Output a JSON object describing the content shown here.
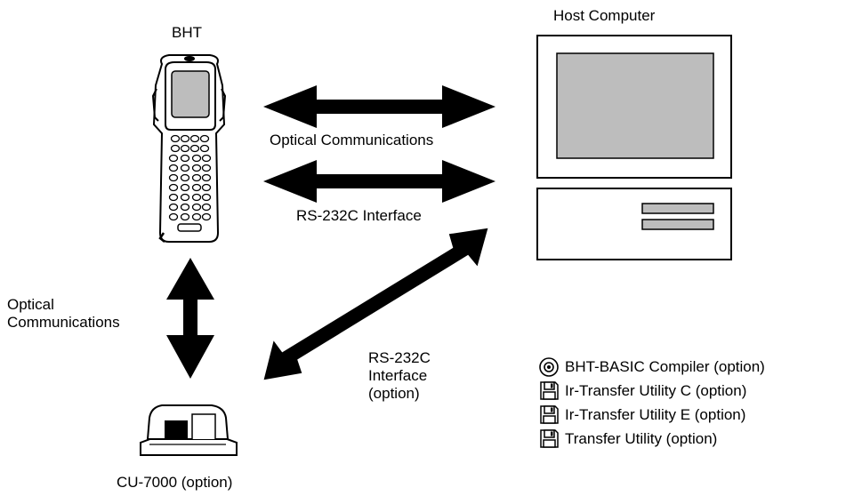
{
  "labels": {
    "bht": "BHT",
    "host": "Host Computer",
    "optical_top": "Optical Communications",
    "rs232_top": "RS-232C Interface",
    "optical_left_1": "Optical",
    "optical_left_2": "Communications",
    "rs232_diag_1": "RS-232C",
    "rs232_diag_2": "Interface",
    "rs232_diag_3": "(option)",
    "cu": "CU-7000 (option)"
  },
  "legend": [
    {
      "icon": "cd-icon",
      "label": "BHT-BASIC Compiler (option)"
    },
    {
      "icon": "floppy-disk-icon",
      "label": "Ir-Transfer Utility C (option)"
    },
    {
      "icon": "floppy-disk-icon",
      "label": "Ir-Transfer Utility E (option)"
    },
    {
      "icon": "floppy-disk-icon",
      "label": "Transfer Utility (option)"
    }
  ]
}
